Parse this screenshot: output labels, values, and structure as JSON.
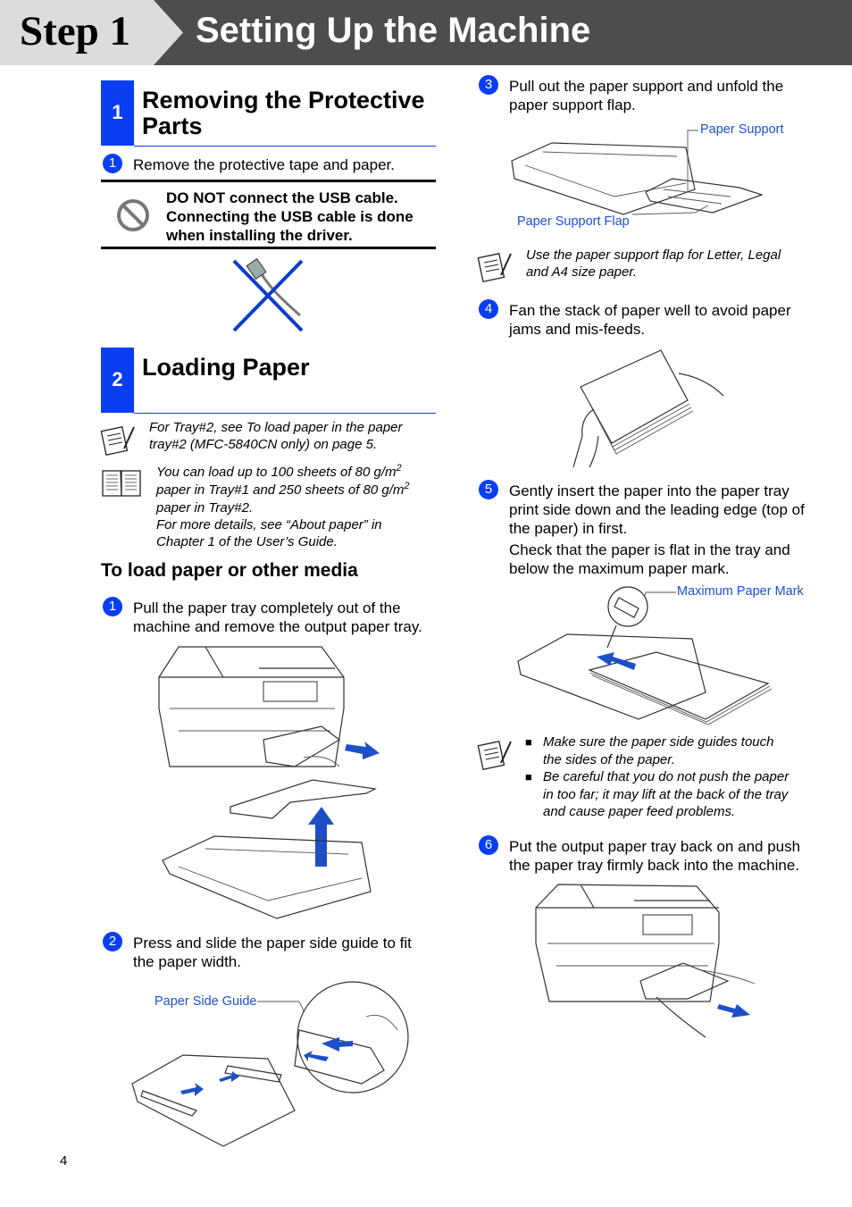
{
  "header": {
    "step": "Step 1",
    "title": "Setting Up the Machine"
  },
  "section1": {
    "number": "1",
    "title_line1": "Removing the Protective",
    "title_line2": "Parts",
    "step1": {
      "n": "1",
      "text": "Remove the protective tape and paper."
    },
    "warning": {
      "line1": "DO NOT connect the USB cable.",
      "line2": "Connecting the USB cable is done",
      "line3": "when installing the driver."
    }
  },
  "section2": {
    "number": "2",
    "title": "Loading Paper",
    "note1": {
      "line1": "For Tray#2, see To load paper in the paper",
      "line2": "tray#2 (MFC-5840CN only) on page 5."
    },
    "note2": {
      "line1": "You can load up to 100 sheets of 80 g/m",
      "line2": "paper in Tray#1 and 250 sheets of 80 g/m",
      "sup": "2",
      "line3": "paper in Tray#2.",
      "line4": "For more details, see “About paper” in",
      "line5": "Chapter 1 of the User’s Guide."
    },
    "subheading": "To load paper or other media",
    "steps": [
      {
        "n": "1",
        "line1": "Pull the paper tray completely out of the",
        "line2": "machine and remove the output paper tray."
      },
      {
        "n": "2",
        "line1": "Press and slide the paper side guide to fit",
        "line2": "the paper width."
      },
      {
        "n": "3",
        "line1": "Pull out the paper support and unfold the",
        "line2": "paper support flap."
      },
      {
        "n": "4",
        "line1": "Fan the stack of paper well to avoid paper",
        "line2": "jams and mis-feeds."
      },
      {
        "n": "5",
        "line1": "Gently insert the paper into the paper tray",
        "line2": "print side down and the leading edge (top of",
        "line3": "the paper) in first.",
        "line4": "Check that the paper is flat in the tray and",
        "line5": "below the maximum paper mark."
      },
      {
        "n": "6",
        "line1": "Put the output paper tray back on and push",
        "line2": "the paper tray firmly back into the machine."
      }
    ],
    "callouts": {
      "paper_side_guide": "Paper Side Guide",
      "paper_support": "Paper Support",
      "paper_support_flap": "Paper Support Flap",
      "maximum_paper_mark": "Maximum Paper Mark"
    },
    "note3": {
      "line1": "Use the paper support flap for Letter, Legal",
      "line2": "and A4 size paper."
    },
    "note4": {
      "b1_line1": "Make sure the paper side guides touch",
      "b1_line2": "the sides of the paper.",
      "b2_line1": "Be careful that you do not push the paper",
      "b2_line2": "in too far; it may lift at the back of the tray",
      "b2_line3": "and cause paper feed problems.",
      "bullet": "■"
    }
  },
  "page_number": "4",
  "colors": {
    "accent": "#0a3ef2",
    "header_bg": "#4d4d4d",
    "callout": "#1f4fd8"
  },
  "icons": [
    "prohibited-icon",
    "usb-cable-crossed-icon",
    "note-pad-icon",
    "book-icon"
  ]
}
